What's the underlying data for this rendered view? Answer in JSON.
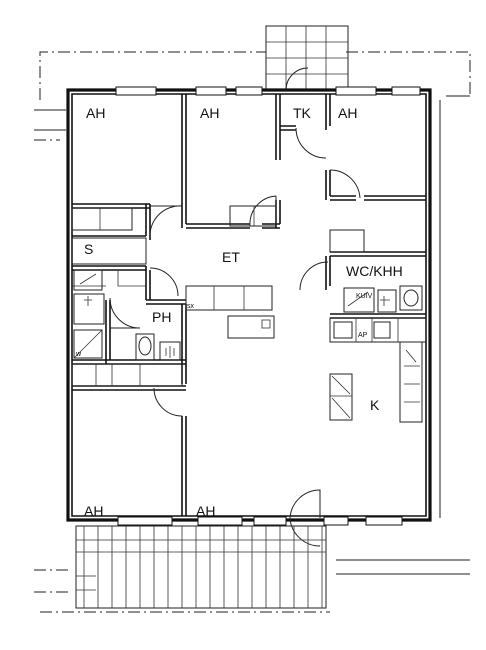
{
  "rooms": {
    "ah_top_left": "AH",
    "ah_top_mid": "AH",
    "tk": "TK",
    "ah_top_right": "AH",
    "et": "ET",
    "s": "S",
    "wc_khh": "WC/KHH",
    "ph": "PH",
    "k": "K",
    "ah_bottom_left": "AH",
    "ah_bottom_mid": "AH"
  },
  "fixtures": {
    "kuiv": "KUIV",
    "ap": "AP",
    "sx": "sx",
    "w": "w"
  }
}
